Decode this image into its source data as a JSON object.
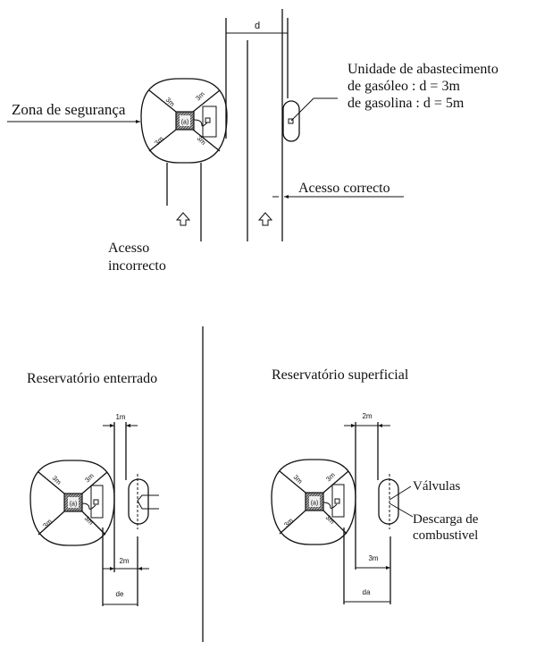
{
  "top": {
    "zona_label": "Zona de segurança",
    "unit_title": "Unidade de abastecimento",
    "unit_line1": "de gasóleo : d = 3m",
    "unit_line2": "de gasolina : d = 5m",
    "d_label": "d",
    "correct_label": "Acesso correcto",
    "incorrect_line1": "Acesso",
    "incorrect_line2": "incorrecto",
    "zone_dims": [
      "3m",
      "3m",
      "3m",
      "3m"
    ],
    "tank_label": "(a)"
  },
  "left": {
    "title": "Reservatório enterrado",
    "dim_top": "1m",
    "dim_mid": "2m",
    "dim_bottom": "de",
    "zone_dims": [
      "3m",
      "3m",
      "3m",
      "3m"
    ],
    "tank_label": "(a)"
  },
  "right": {
    "title": "Reservatório superficial",
    "dim_top": "2m",
    "dim_mid": "3m",
    "dim_bottom": "da",
    "valve_label": "Válvulas",
    "discharge_line1": "Descarga de",
    "discharge_line2": "combustivel",
    "zone_dims": [
      "3m",
      "3m",
      "3m",
      "3m"
    ],
    "tank_label": "(a)"
  }
}
